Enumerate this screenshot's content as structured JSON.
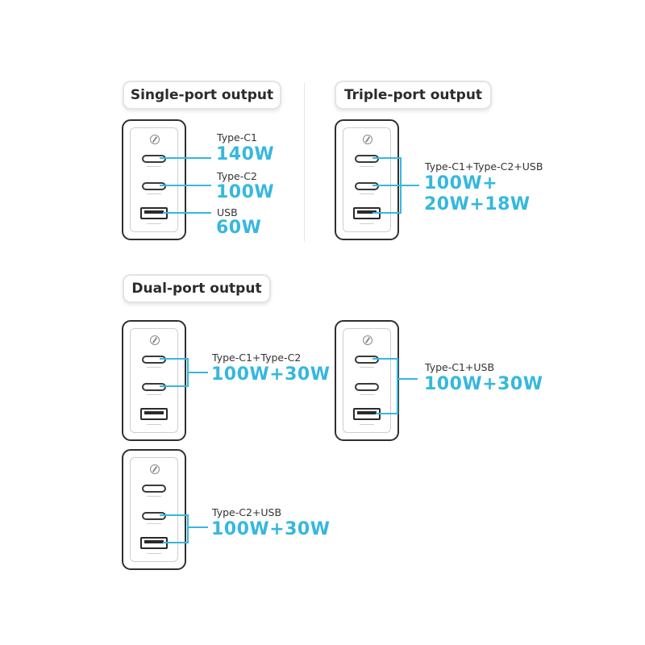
{
  "colors": {
    "accent": "#35b8de",
    "line": "#35b8de",
    "outline": "#2f2f2f"
  },
  "sections": {
    "single": {
      "title": "Single-port output"
    },
    "triple": {
      "title": "Triple-port output"
    },
    "dual": {
      "title": "Dual-port output"
    }
  },
  "single": {
    "c1": {
      "label": "Type-C1",
      "value": "140W"
    },
    "c2": {
      "label": "Type-C2",
      "value": "100W"
    },
    "usb": {
      "label": "USB",
      "value": "60W"
    }
  },
  "triple": {
    "label": "Type-C1+Type-C2+USB",
    "value_line1": "100W+",
    "value_line2": "20W+18W"
  },
  "dual": {
    "c1_c2": {
      "label": "Type-C1+Type-C2",
      "value": "100W+30W"
    },
    "c1_usb": {
      "label": "Type-C1+USB",
      "value": "100W+30W"
    },
    "c2_usb": {
      "label": "Type-C2+USB",
      "value": "100W+30W"
    }
  }
}
